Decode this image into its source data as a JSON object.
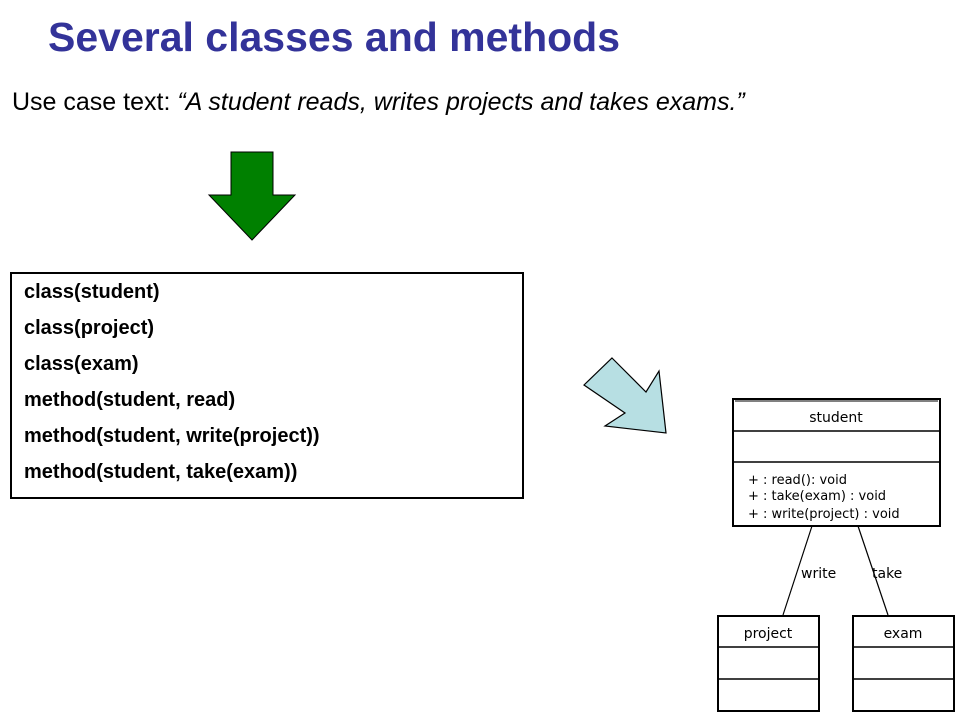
{
  "slide": {
    "title": "Several classes and methods",
    "subtitle_prefix": "Use case text: ",
    "subtitle_quote": "“A student reads, writes projects and takes exams.”"
  },
  "code_lines": [
    "class(student)",
    "class(project)",
    "class(exam)",
    "method(student, read)",
    "method(student, write(project))",
    "method(student, take(exam))"
  ],
  "uml": {
    "student": {
      "name": "student",
      "methods": [
        "+ : read(): void",
        "+ : take(exam) : void",
        "+ : write(project) : void"
      ]
    },
    "project": {
      "name": "project"
    },
    "exam": {
      "name": "exam"
    },
    "associations": [
      {
        "label": "write"
      },
      {
        "label": "take"
      }
    ]
  },
  "colors": {
    "title": "#333399",
    "down_arrow": "#008000",
    "diagonal_arrow": "#b7dfe3"
  }
}
